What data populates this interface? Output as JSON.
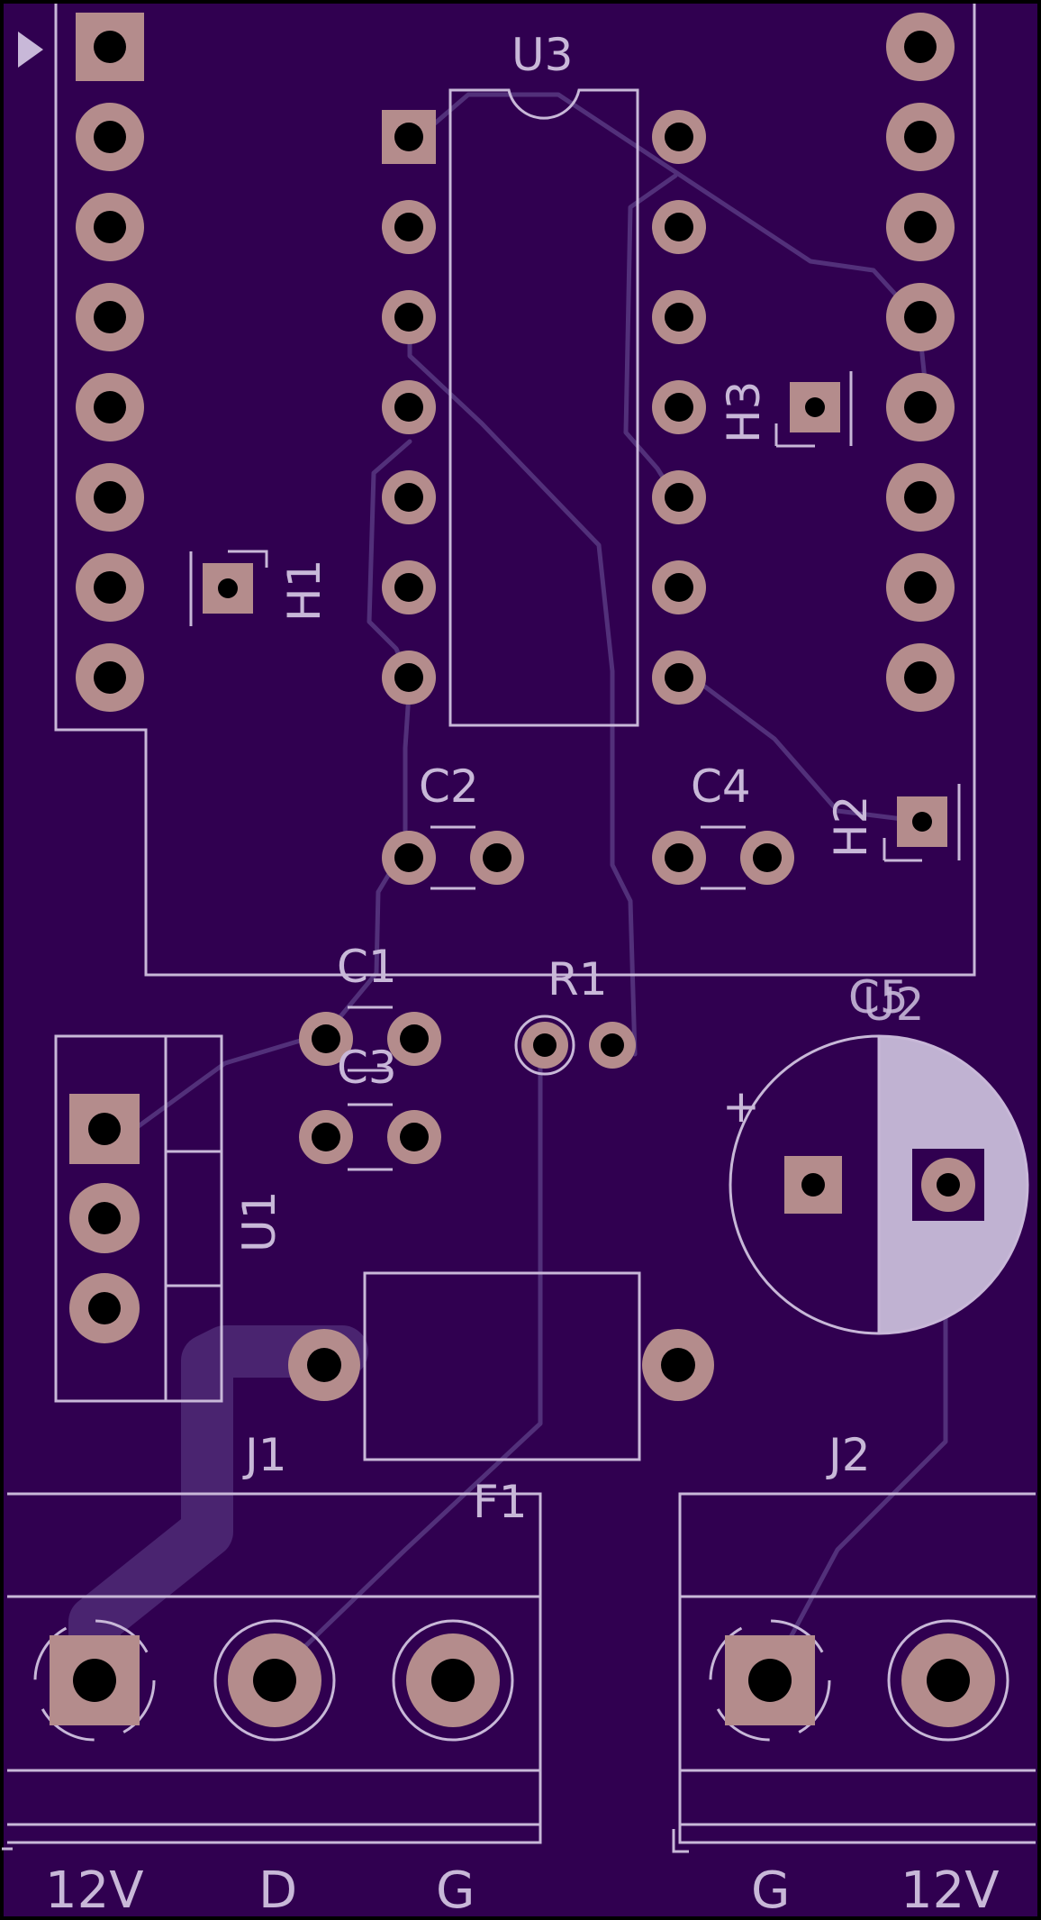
{
  "board": {
    "colors": {
      "substrate": "#300050",
      "pad": "#b48c8c",
      "silkscreen": "#c8b8d8",
      "trace": "#52307a"
    }
  },
  "labels": {
    "u3": "U3",
    "h3": "H3",
    "h1": "H1",
    "h2": "H2",
    "c2": "C2",
    "c4": "C4",
    "c1": "C1",
    "c3": "C3",
    "r1": "R1",
    "c5": "C5",
    "u2": "U2",
    "u1": "U1",
    "f1": "F1",
    "j1": "J1",
    "j2": "J2",
    "plus": "+"
  },
  "connectors": {
    "j1_pins": [
      "12V",
      "D",
      "G"
    ],
    "j2_pins": [
      "G",
      "12V"
    ]
  }
}
